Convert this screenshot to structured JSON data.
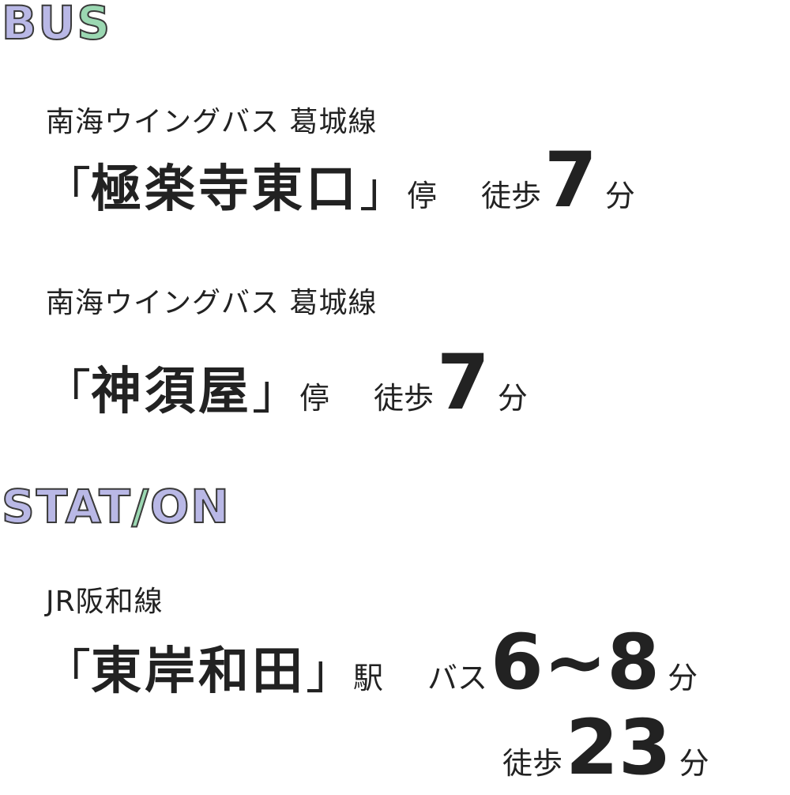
{
  "headings": {
    "bus": {
      "main": "BU",
      "accent": "S"
    },
    "station": {
      "before": "STAT",
      "accent": "/",
      "after": "ON"
    }
  },
  "colors": {
    "heading_fill": "#b9b8e6",
    "heading_accent": "#9bd8b2",
    "heading_outline": "#3a3a3a",
    "text": "#222222"
  },
  "bus_routes": [
    {
      "line": "南海ウイングバス 葛城線",
      "open_bracket": "「",
      "stop": "極楽寺東口",
      "close_bracket": "」",
      "stop_suffix": "停",
      "access_label": "徒歩",
      "minutes": "7",
      "unit": "分"
    },
    {
      "line": "南海ウイングバス 葛城線",
      "open_bracket": "「",
      "stop": "神須屋",
      "close_bracket": "」",
      "stop_suffix": "停",
      "access_label": "徒歩",
      "minutes": "7",
      "unit": "分"
    }
  ],
  "station": {
    "line": "JR阪和線",
    "open_bracket": "「",
    "name": "東岸和田",
    "close_bracket": "」",
    "suffix": "駅",
    "bus_label": "バス",
    "bus_minutes": "6~8",
    "bus_unit": "分",
    "walk_label": "徒歩",
    "walk_minutes": "23",
    "walk_unit": "分"
  }
}
